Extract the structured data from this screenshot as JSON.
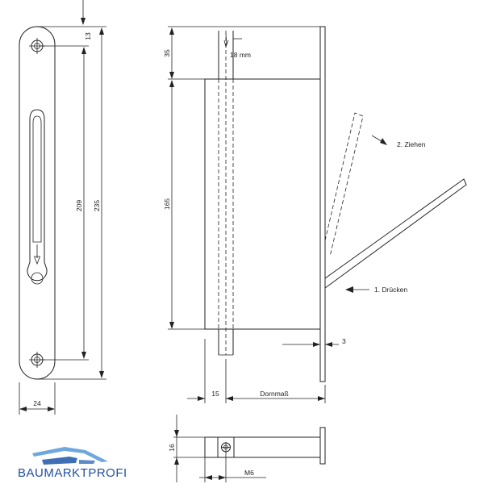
{
  "dimensions": {
    "d13": "13",
    "d209": "209",
    "d235": "235",
    "d24": "24",
    "d35": "35",
    "d18mm": "18 mm",
    "d165": "165",
    "d3": "3",
    "d15": "15",
    "dornmass": "Dornmaß",
    "d16": "16",
    "m6": "M6"
  },
  "labels": {
    "step1": "1. Drücken",
    "step2": "2. Ziehen"
  },
  "logo": {
    "text": "BAUMARKTPROFI",
    "color": "#1f4f9e"
  }
}
